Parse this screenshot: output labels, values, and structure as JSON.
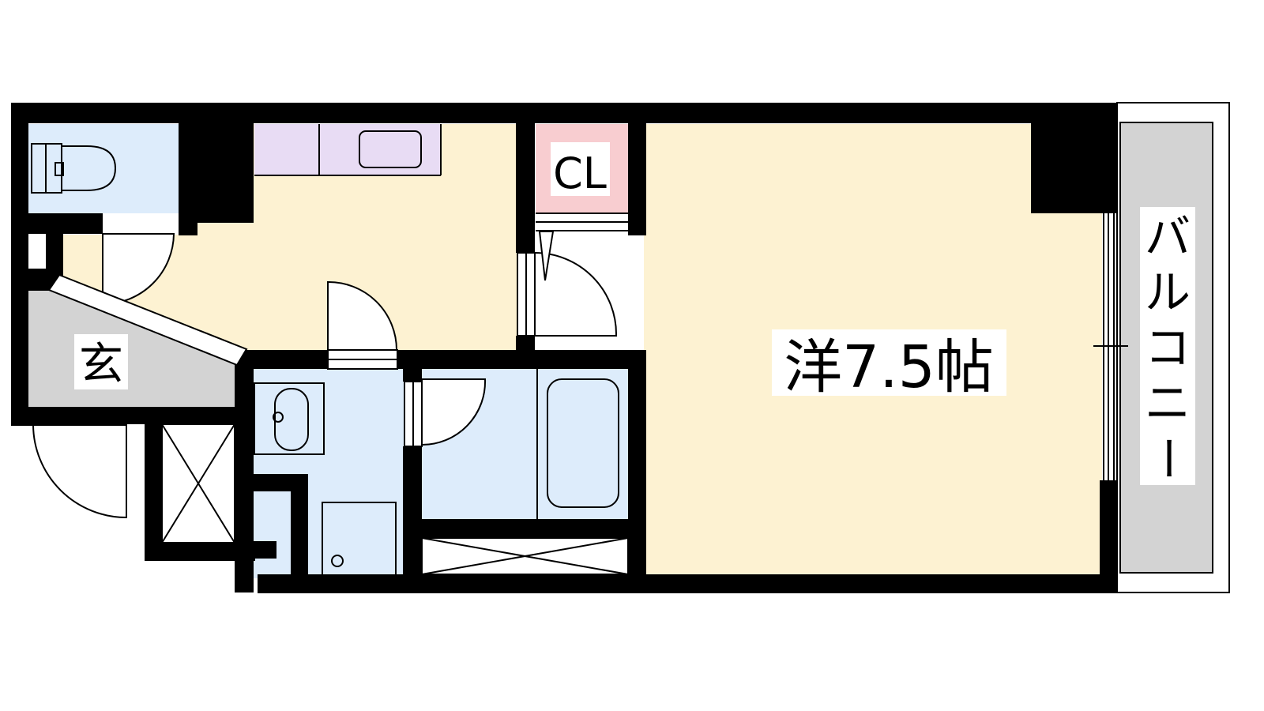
{
  "labels": {
    "genkan": "玄",
    "closet": "CL",
    "room": "洋7.5帖",
    "balcony": [
      "バ",
      "ル",
      "コ",
      "ニ",
      "ー"
    ]
  },
  "colors": {
    "room": "#fdf2d2",
    "wet": "#ddecfb",
    "kitchen": "#e8dcf4",
    "closet": "#f8cdd0",
    "genkan": "#d3d3d3",
    "balcony": "#d3d3d3",
    "wall": "#000000"
  }
}
